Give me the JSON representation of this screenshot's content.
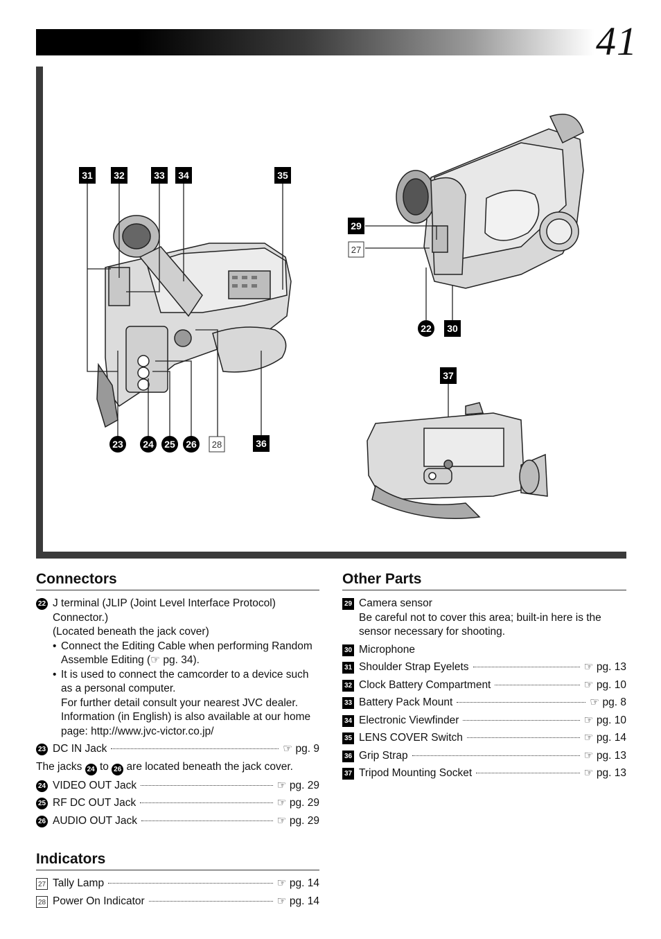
{
  "page_number": "41",
  "figure": {
    "callouts_left": {
      "c31": "31",
      "c32": "32",
      "c33": "33",
      "c34": "34",
      "c35": "35",
      "c23": "23",
      "c24": "24",
      "c25": "25",
      "c26": "26",
      "c28": "28",
      "c36": "36"
    },
    "callouts_right": {
      "c29": "29",
      "c27": "27",
      "c22": "22",
      "c30": "30",
      "c37": "37"
    }
  },
  "connectors": {
    "title": "Connectors",
    "item22": {
      "num": "22",
      "line1": "J terminal (JLIP (Joint Level Interface Protocol)",
      "line2": "Connector.)",
      "line3": "(Located beneath the jack cover)",
      "bullet1": "Connect the Editing Cable when performing Random Assemble Editing (☞ pg. 34).",
      "bullet2": "It is used to connect the camcorder to a device such as a personal computer.",
      "bullet2_more": "For further detail consult your nearest JVC dealer. Information (in English) is also available at our home page: http://www.jvc-victor.co.jp/"
    },
    "item23": {
      "num": "23",
      "label": "DC IN Jack",
      "ref": "☞ pg. 9"
    },
    "note": {
      "pre": "The jacks",
      "from": "24",
      "mid": "to",
      "to": "26",
      "post": "are located beneath the jack cover."
    },
    "item24": {
      "num": "24",
      "label": "VIDEO OUT Jack",
      "ref": "☞ pg. 29"
    },
    "item25": {
      "num": "25",
      "label": "RF DC OUT Jack",
      "ref": "☞ pg. 29"
    },
    "item26": {
      "num": "26",
      "label": "AUDIO OUT Jack",
      "ref": "☞ pg. 29"
    }
  },
  "indicators": {
    "title": "Indicators",
    "item27": {
      "num": "27",
      "label": "Tally Lamp",
      "ref": "☞ pg. 14"
    },
    "item28": {
      "num": "28",
      "label": "Power On Indicator",
      "ref": "☞ pg. 14"
    }
  },
  "other_parts": {
    "title": "Other Parts",
    "item29": {
      "num": "29",
      "label": "Camera sensor",
      "desc": "Be careful not to cover this area; built-in here is the sensor necessary for shooting."
    },
    "item30": {
      "num": "30",
      "label": "Microphone"
    },
    "item31": {
      "num": "31",
      "label": "Shoulder Strap Eyelets",
      "ref": "☞ pg. 13"
    },
    "item32": {
      "num": "32",
      "label": "Clock Battery Compartment",
      "ref": "☞ pg. 10"
    },
    "item33": {
      "num": "33",
      "label": "Battery Pack Mount",
      "ref": "☞ pg. 8"
    },
    "item34": {
      "num": "34",
      "label": "Electronic Viewfinder",
      "ref": "☞ pg. 10"
    },
    "item35": {
      "num": "35",
      "label": "LENS COVER Switch",
      "ref": "☞ pg. 14"
    },
    "item36": {
      "num": "36",
      "label": "Grip Strap",
      "ref": "☞ pg. 13"
    },
    "item37": {
      "num": "37",
      "label": "Tripod Mounting Socket",
      "ref": "☞ pg. 13"
    }
  }
}
